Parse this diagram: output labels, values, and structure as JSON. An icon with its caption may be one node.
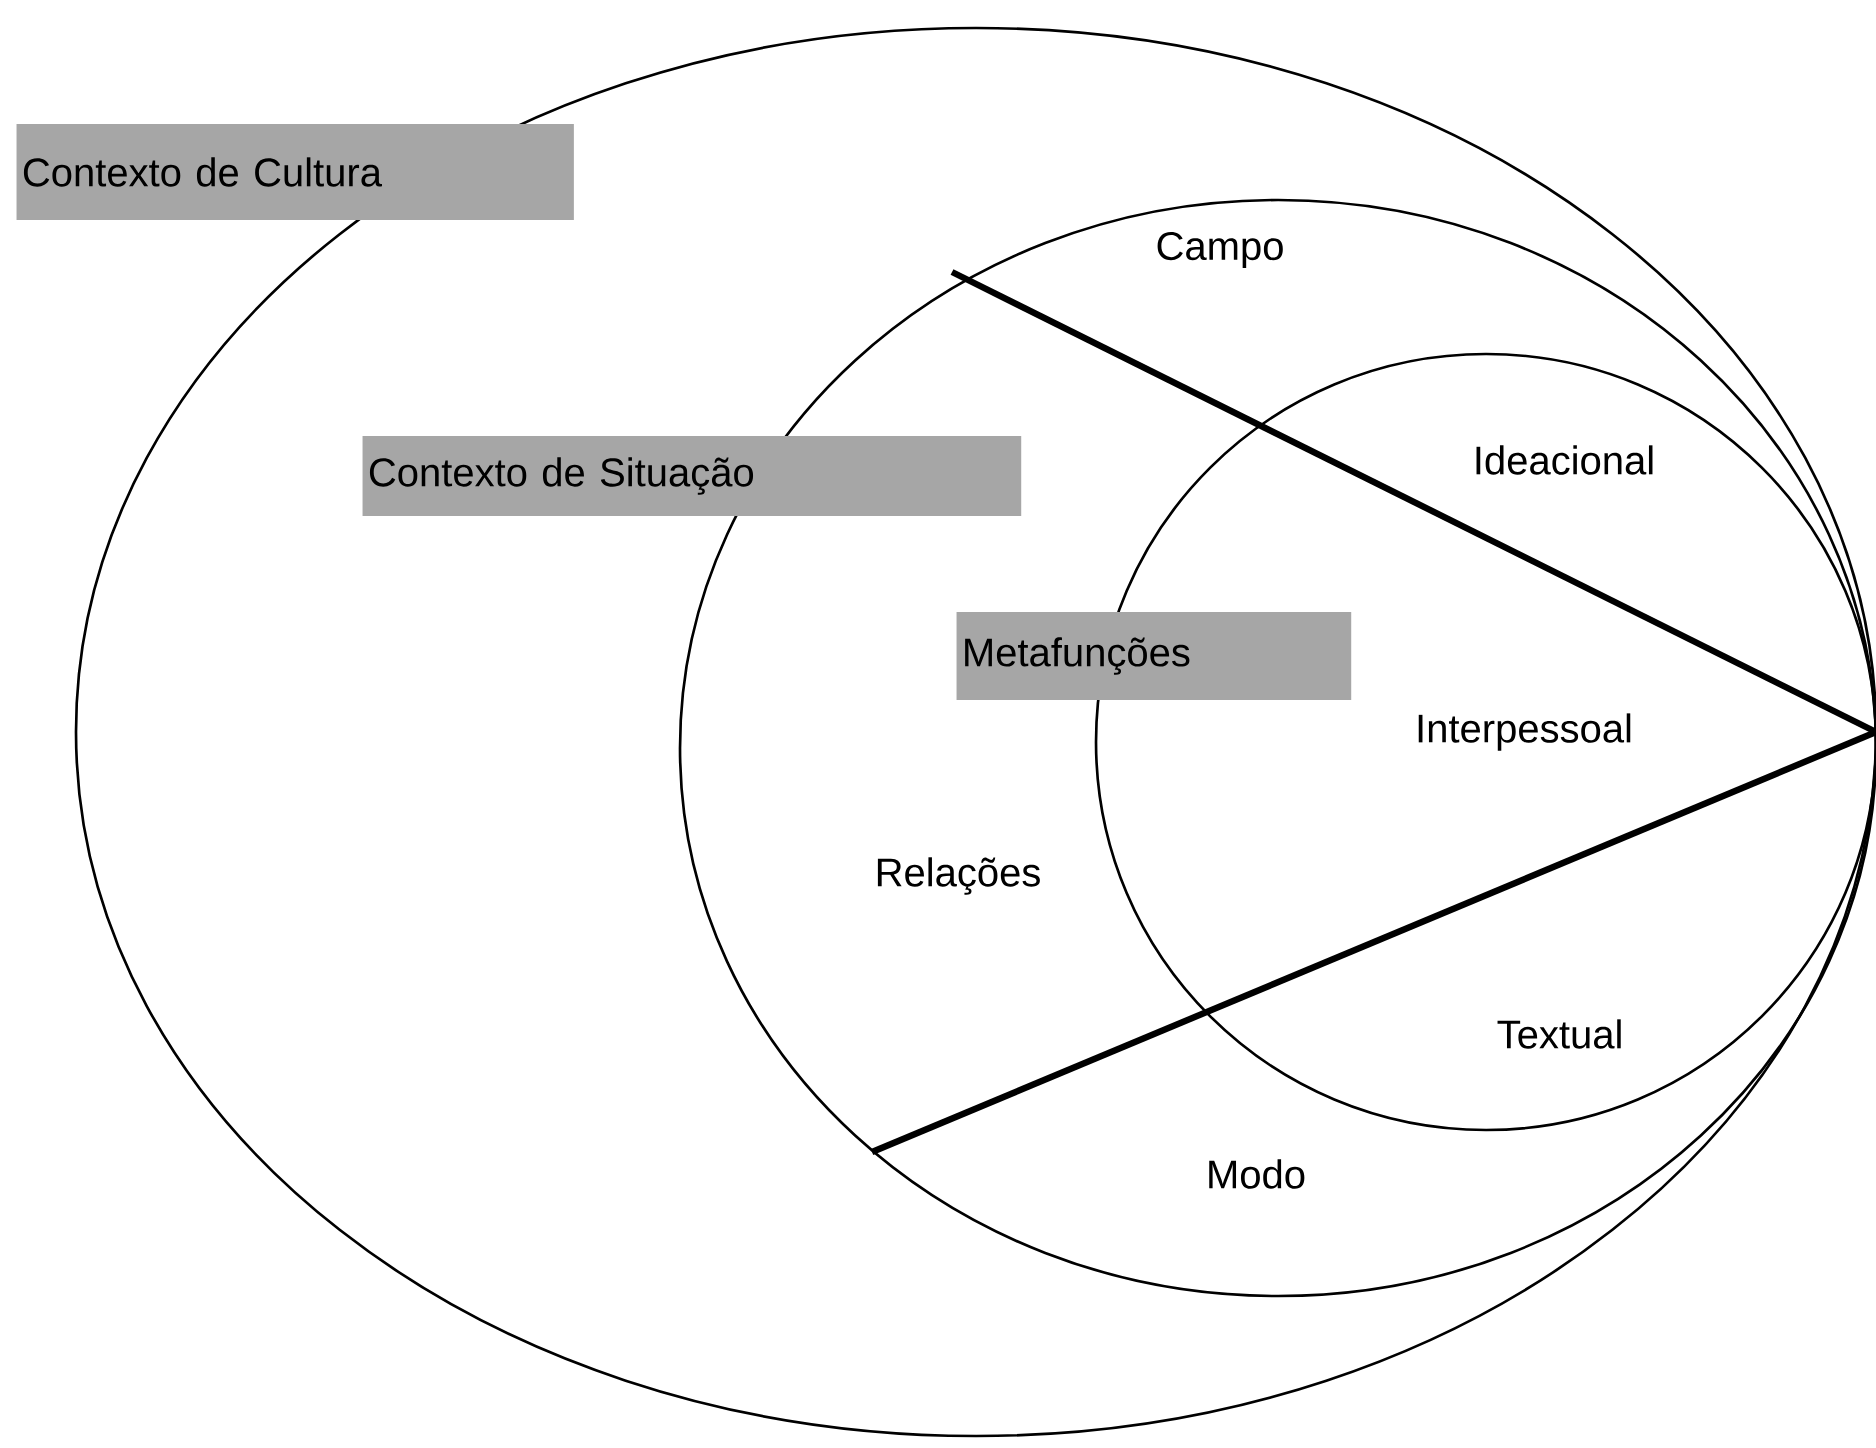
{
  "diagram": {
    "nodes": [
      {
        "text": [
          "Contexto de Cultura"
        ]
      },
      {
        "text": [
          "Contexto de Situação"
        ],
        "in": 0
      },
      {
        "text": [
          "Metafunções"
        ],
        "in": 1
      }
    ],
    "labels": [
      "Campo",
      "Ideacional",
      "Interpessoal",
      "Relações",
      "Textual",
      "Modo"
    ]
  }
}
